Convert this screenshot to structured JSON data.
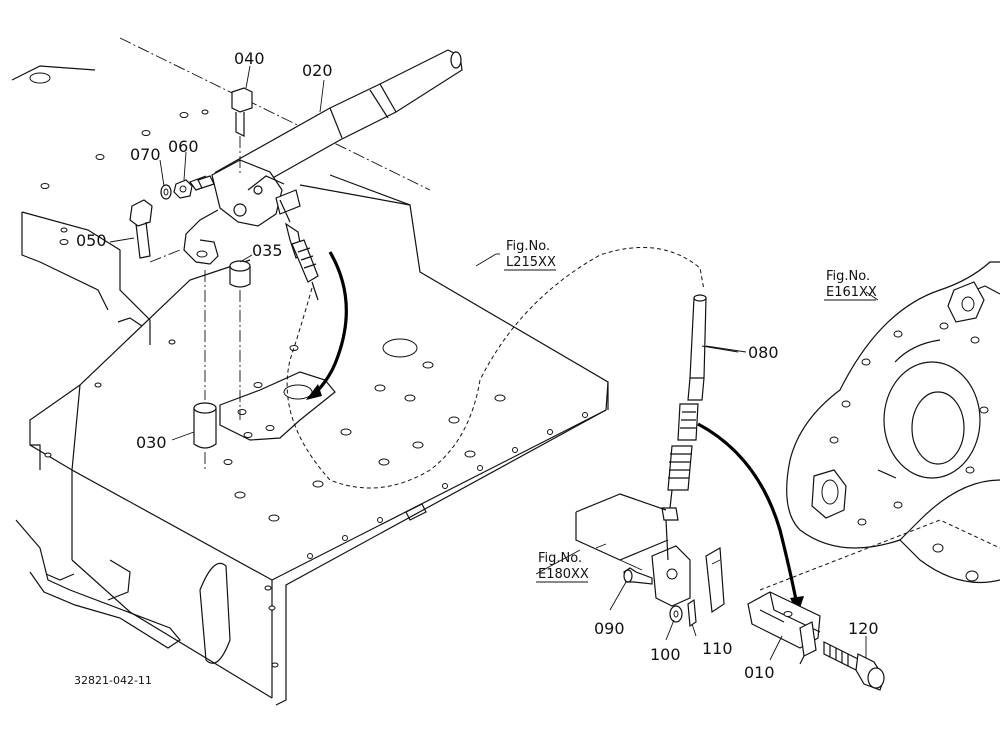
{
  "diagram": {
    "type": "exploded-parts-diagram",
    "drawing_code": "32821-042-11",
    "part_labels": [
      "020",
      "040",
      "060",
      "070",
      "050",
      "035",
      "030",
      "080",
      "090",
      "100",
      "110",
      "010",
      "120"
    ],
    "figure_references": [
      {
        "prefix": "Fig.No.",
        "code": "L215XX"
      },
      {
        "prefix": "Fig.No.",
        "code": "E161XX"
      },
      {
        "prefix": "Fig.No.",
        "code": "E180XX"
      }
    ]
  }
}
